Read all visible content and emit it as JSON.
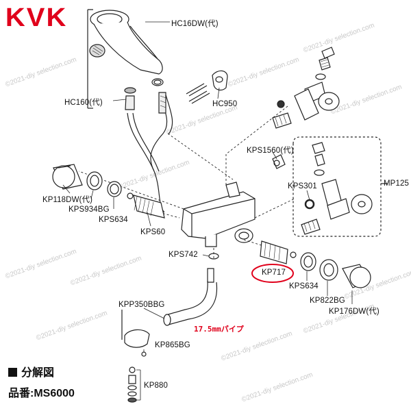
{
  "brand": "KVK",
  "labels": {
    "hc16dw": "HC16DW(代)",
    "hc160": "HC160(代)",
    "hc950": "HC950",
    "kps1560": "KPS1560(代)",
    "mp125": "MP125",
    "kps301": "KPS301",
    "kp118dw": "KP118DW(代)",
    "kps934bg": "KPS934BG",
    "kps634_left": "KPS634",
    "kps60": "KPS60",
    "kps742": "KPS742",
    "kp717": "KP717",
    "kps634_right": "KPS634",
    "kp822bg": "KP822BG",
    "kp176dw": "KP176DW(代)",
    "kpp350bbg": "KPP350BBG",
    "kp865bg": "KP865BG",
    "kp880": "KP880"
  },
  "pipe_note": "17.5mmパイプ",
  "caption_title": "分解図",
  "caption_model": "品番:MS6000",
  "watermark": "©2021-diy selection.com",
  "colors": {
    "brand": "#e0001b",
    "highlight": "#e0001b",
    "line": "#222222"
  }
}
